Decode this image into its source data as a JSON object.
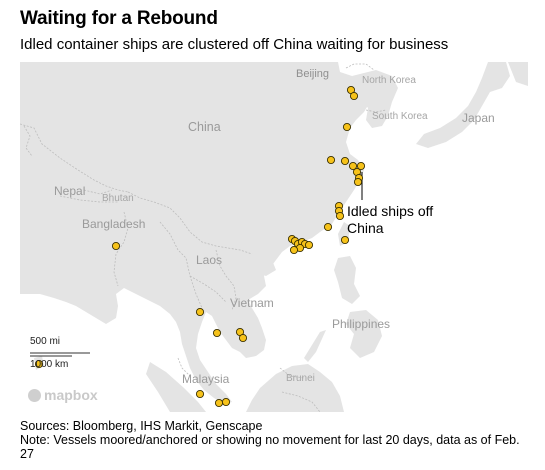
{
  "title": "Waiting for a Rebound",
  "subtitle": "Idled container ships are clustered off China waiting for business",
  "map": {
    "labels": {
      "beijing": "Beijing",
      "north_korea": "North Korea",
      "south_korea": "South Korea",
      "japan": "Japan",
      "china": "China",
      "nepal": "Nepal",
      "bhutan": "Bhutan",
      "bangladesh": "Bangladesh",
      "laos": "Laos",
      "vietnam": "Vietnam",
      "philippines": "Philippines",
      "malaysia": "Malaysia",
      "brunei": "Brunei"
    },
    "annotation": {
      "line1": "Idled ships off",
      "line2": "China"
    },
    "scale": {
      "miles": "500 mi",
      "km": "1000 km"
    },
    "attribution": "mapbox",
    "colors": {
      "land": "#e4e4e4",
      "water": "#ffffff",
      "ship_fill": "#f6c21a",
      "ship_stroke": "#3a3000",
      "label": "#9a9a9a"
    }
  },
  "footer": {
    "sources": "Sources: Bloomberg, IHS Markit, Genscape",
    "note": "Note: Vessels moored/anchored or showing no movement for last 20 days, data as of Feb. 27"
  }
}
